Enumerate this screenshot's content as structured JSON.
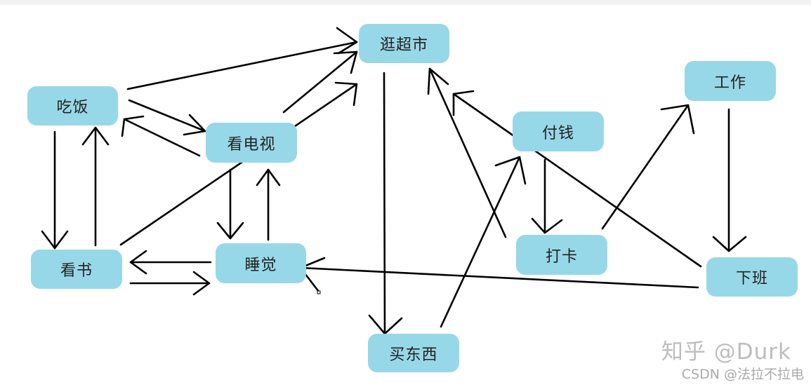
{
  "nodes": {
    "supermarket": "逛超市",
    "eat": "吃饭",
    "watch_tv": "看电视",
    "read_book": "看书",
    "sleep": "睡觉",
    "buy_things": "买东西",
    "pay": "付钱",
    "clock_in": "打卡",
    "work": "工作",
    "off_work": "下班"
  },
  "watermark": "知乎 @Durk",
  "credit": "CSDN @法拉不拉电",
  "colors": {
    "node_fill": "#97d8e8",
    "arrow": "#000000"
  }
}
